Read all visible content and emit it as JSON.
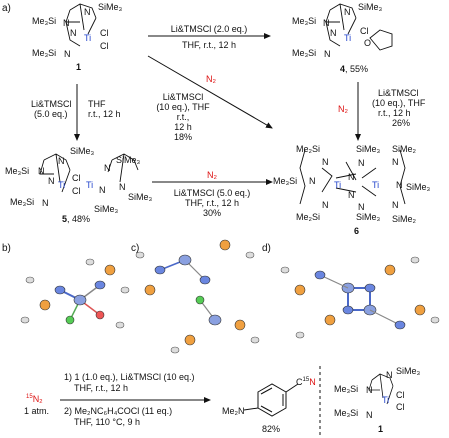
{
  "panels": {
    "a": "a)",
    "b": "b)",
    "c": "c)",
    "d": "d)"
  },
  "compounds": {
    "c1": {
      "number": "1"
    },
    "c4": {
      "number": "4",
      "yield": ", 55%"
    },
    "c5": {
      "number": "5",
      "yield": ", 48%"
    },
    "c6": {
      "number": "6"
    },
    "c1b": {
      "number": "1"
    }
  },
  "atoms": {
    "SiMe3": "SiMe₃",
    "Me3Si": "Me₃Si",
    "Me2Si": "Me₂Si",
    "SiMe2": "SiMe₂",
    "N": "N",
    "Ti": "Ti",
    "Cl": "Cl",
    "O": "O"
  },
  "arrows": {
    "top": {
      "above": "Li&TMSCl (2.0 eq.)",
      "below": "THF, r.t., 12 h"
    },
    "diag": {
      "gas": "N₂",
      "l1": "Li&TMSCl",
      "l2": "(10 eq.), THF",
      "l3": "r.t.,",
      "l4": "12 h",
      "yield": "18%"
    },
    "down_left": {
      "l1": "Li&TMSCl",
      "l2": "(5.0 eq.)",
      "r1": "THF",
      "r2": "r.t., 12 h"
    },
    "down_right": {
      "gas": "N₂",
      "l1": "Li&TMSCl",
      "l2": "(10 eq.), THF",
      "l3": "r.t., 12 h",
      "yield": "26%"
    },
    "mid": {
      "gas": "N₂",
      "l1": "Li&TMSCl (5.0 eq.)",
      "l2": "THF, r.t., 12 h",
      "yield": "30%"
    },
    "bottom": {
      "reagent": "N₂",
      "reagent_sup": "15",
      "pressure": "1 atm.",
      "step1": "1) 1 (1.0 eq.), Li&TMSCl (10 eq.)",
      "step1b": "THF, r.t., 12 h",
      "step2": "2) Me₂NC₆H₄COCl (11 eq.)",
      "step2b": "THF, 110 °C, 9 h"
    }
  },
  "product": {
    "label_n": "N",
    "label_sup": "15",
    "label_c": "C",
    "amine": "Me₂N",
    "yield": "82%"
  }
}
